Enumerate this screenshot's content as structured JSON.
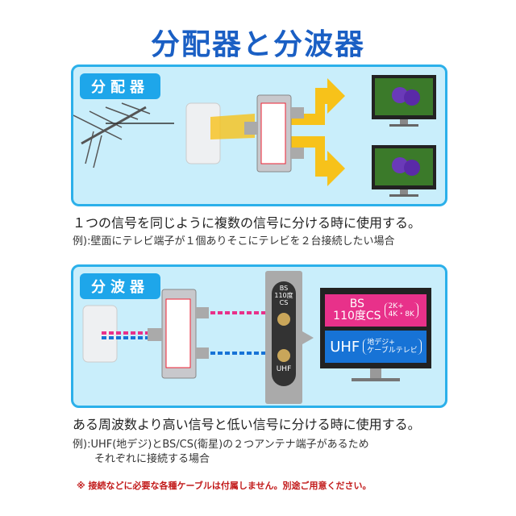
{
  "title": "分配器と分波器",
  "splitter": {
    "tag": "分配器",
    "description": "１つの信号を同じように複数の信号に分ける時に使用する。",
    "example": "例):壁面にテレビ端子が１個ありそこにテレビを２台接続したい場合"
  },
  "separator": {
    "tag": "分波器",
    "port_bs": "BS\n110度CS",
    "port_uhf": "UHF",
    "tv_bs": "BS\n110度CS",
    "tv_bs_note": "2K+\n4K・8K",
    "tv_uhf": "UHF",
    "tv_uhf_note": "地デジ+\nケーブルテレビ",
    "description": "ある周波数より高い信号と低い信号に分ける時に使用する。",
    "example_line1": "例):UHF(地デジ)とBS/CS(衛星)の２つアンテナ端子があるため",
    "example_line2": "それぞれに接続する場合"
  },
  "note": "※ 接続などに必要な各種ケーブルは付属しません。別途ご用意ください。",
  "colors": {
    "title": "#1a5fc4",
    "panel": "#c9eefb",
    "border": "#2bb0ea",
    "bs": "#e8318a",
    "uhf": "#1773d6",
    "arrow": "#f7c21a"
  }
}
